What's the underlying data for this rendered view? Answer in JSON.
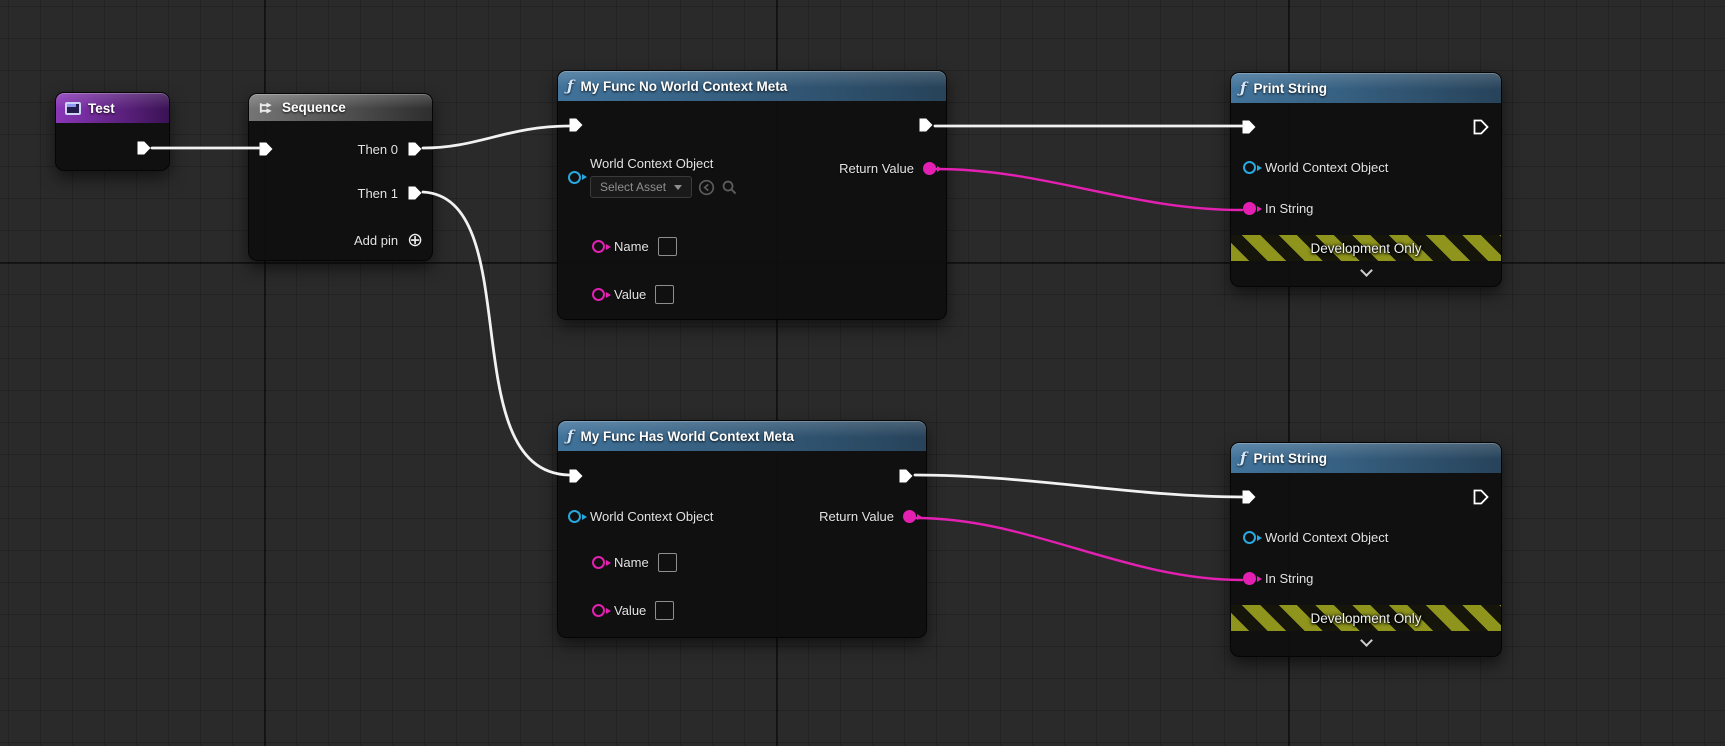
{
  "nodes": {
    "test": {
      "title": "Test"
    },
    "sequence": {
      "title": "Sequence",
      "then0_label": "Then 0",
      "then1_label": "Then 1",
      "add_pin_label": "Add pin"
    },
    "func_no_wcm": {
      "title": "My Func No World Context Meta",
      "world_context_label": "World Context Object",
      "select_asset_label": "Select Asset",
      "name_label": "Name",
      "value_label": "Value",
      "return_value_label": "Return Value"
    },
    "func_has_wcm": {
      "title": "My Func Has World Context Meta",
      "world_context_label": "World Context Object",
      "name_label": "Name",
      "value_label": "Value",
      "return_value_label": "Return Value"
    },
    "print_top": {
      "title": "Print String",
      "world_context_label": "World Context Object",
      "in_string_label": "In String",
      "dev_only_label": "Development Only"
    },
    "print_bottom": {
      "title": "Print String",
      "world_context_label": "World Context Object",
      "in_string_label": "In String",
      "dev_only_label": "Development Only"
    }
  },
  "colors": {
    "exec_pin": "#ffffff",
    "object_pin": "#29a8e0",
    "string_pin": "#e420b2",
    "wire_exec": "#f2f2f2",
    "wire_string": "#e420b2",
    "header_function": "#41739b",
    "header_sequence": "#757575",
    "header_test": "#8a36b8",
    "dev_only_stripe": "#8e941c"
  }
}
